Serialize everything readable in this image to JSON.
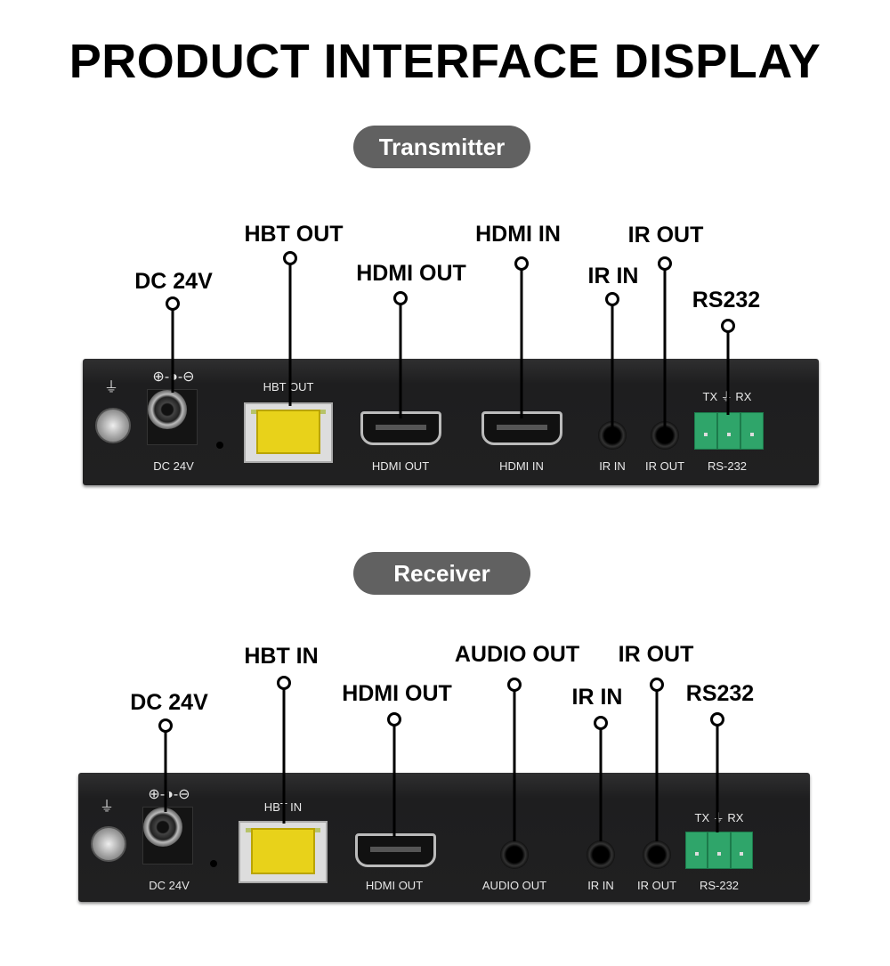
{
  "title": "PRODUCT INTERFACE DISPLAY",
  "transmitter": {
    "heading": "Transmitter",
    "callouts": [
      "DC 24V",
      "HBT OUT",
      "HDMI OUT",
      "HDMI IN",
      "IR IN",
      "IR OUT",
      "RS232"
    ],
    "panel": {
      "dc_symbol": "⊕-◑-⊖",
      "dc_label": "DC 24V",
      "rj45_label": "HBT OUT",
      "hdmi1_label": "HDMI OUT",
      "hdmi2_label": "HDMI IN",
      "jack1_label": "IR IN",
      "jack2_label": "IR OUT",
      "rs232_pins": "TX ⏚ RX",
      "rs232_label": "RS-232"
    }
  },
  "receiver": {
    "heading": "Receiver",
    "callouts": [
      "DC 24V",
      "HBT IN",
      "HDMI OUT",
      "AUDIO OUT",
      "IR IN",
      "IR OUT",
      "RS232"
    ],
    "panel": {
      "dc_symbol": "⊕-◑-⊖",
      "dc_label": "DC 24V",
      "rj45_label": "HBT IN",
      "hdmi1_label": "HDMI OUT",
      "jack0_label": "AUDIO OUT",
      "jack1_label": "IR IN",
      "jack2_label": "IR OUT",
      "rs232_pins": "TX ⏚ RX",
      "rs232_label": "RS-232"
    }
  },
  "colors": {
    "pill": "#616161",
    "panel": "#202021",
    "rj45": "#e8d21a",
    "terminal": "#2fa56a"
  }
}
